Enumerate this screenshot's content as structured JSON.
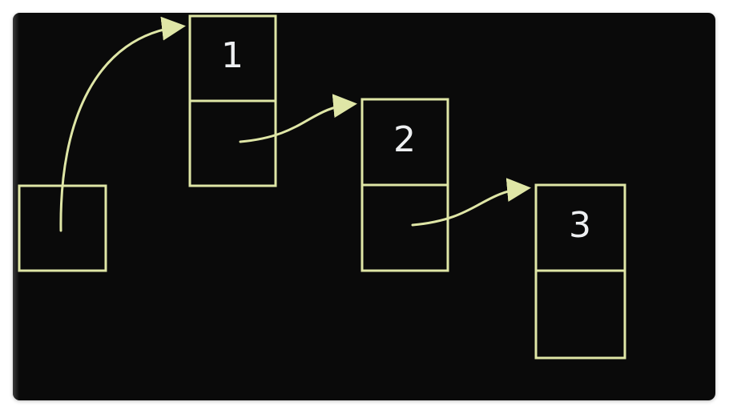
{
  "colors": {
    "background": "#0a0a0a",
    "stroke": "#dfe6a6"
  },
  "nodes": [
    {
      "value": "1"
    },
    {
      "value": "2"
    },
    {
      "value": "3"
    }
  ]
}
